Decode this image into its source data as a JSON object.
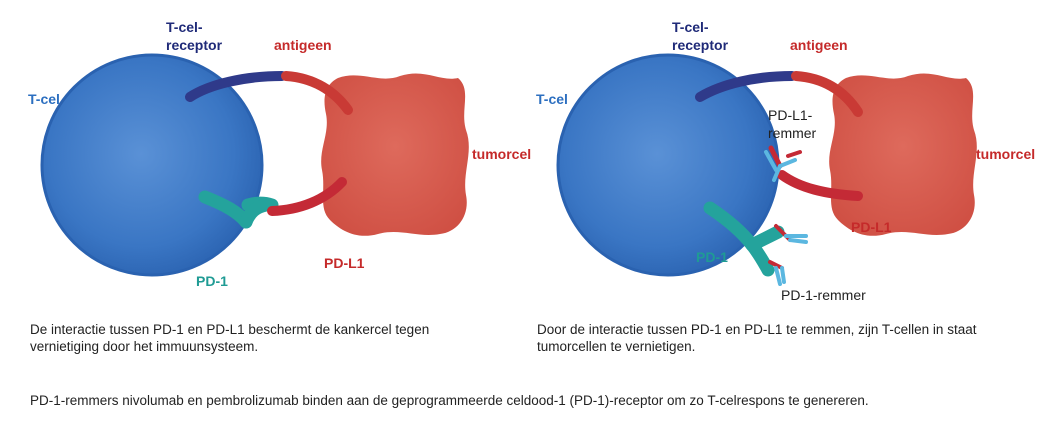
{
  "colors": {
    "tcell": "#3a76c4",
    "tcell_edge": "#2a62b0",
    "tumor": "#d6574a",
    "tcr": "#2f3a8a",
    "antigen": "#c93a35",
    "pd1": "#24a39c",
    "pdl1": "#c42a36",
    "inhibitor_red": "#c42a36",
    "inhibitor_blue": "#5bb7e0",
    "label_blue": "#2c6fc0",
    "label_navy": "#1f2a78",
    "label_red": "#c52a2a",
    "label_teal": "#1f9b94"
  },
  "left_panel": {
    "tcell_label": "T-cel",
    "tcr_label_line1": "T-cel-",
    "tcr_label_line2": "receptor",
    "antigen_label": "antigeen",
    "tumor_label": "tumorcel",
    "pd1_label": "PD-1",
    "pdl1_label": "PD-L1",
    "caption": "De interactie tussen PD-1 en PD-L1 beschermt de kankercel tegen vernietiging door het immuunsysteem."
  },
  "right_panel": {
    "tcell_label": "T-cel",
    "tcr_label_line1": "T-cel-",
    "tcr_label_line2": "receptor",
    "antigen_label": "antigeen",
    "tumor_label": "tumorcel",
    "pd1_label": "PD-1",
    "pdl1_label": "PD-L1",
    "pdl1_inhibitor_line1": "PD-L1-",
    "pdl1_inhibitor_line2": "remmer",
    "pd1_inhibitor_label": "PD-1-remmer",
    "caption": "Door de interactie tussen PD-1 en PD-L1 te remmen, zijn T-cellen in staat tumorcellen te vernietigen."
  },
  "footnote": "PD-1-remmers nivolumab en pembrolizumab binden aan de geprogrammeerde celdood-1 (PD-1)-receptor om zo T-celrespons te genereren."
}
